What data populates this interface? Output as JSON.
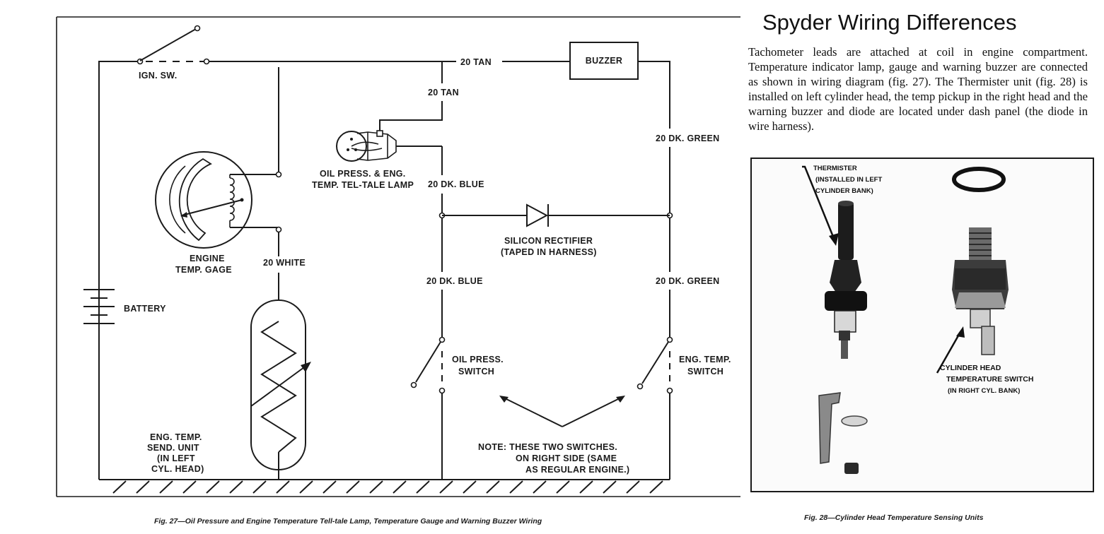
{
  "heading": "Spyder Wiring Differences",
  "description": "Tachometer leads are attached at coil in engine compartment. Temperature indicator lamp, gauge and warning buzzer are connected as shown in wiring diagram (fig. 27). The Thermister unit (fig. 28) is installed on left cylinder head, the temp pickup in the right head and the warning buzzer and diode are located under dash panel (the diode in wire harness).",
  "fig27": {
    "caption": "Fig. 27—Oil Pressure and Engine Temperature Tell-tale Lamp, Temperature Gauge and Warning Buzzer Wiring",
    "ign_sw": "IGN. SW.",
    "battery": "BATTERY",
    "buzzer": "BUZZER",
    "wire_20_tan": "20 TAN",
    "wire_20_tan_2": "20 TAN",
    "wire_dk_green_upper": "20 DK. GREEN",
    "wire_dk_green_lower": "20 DK. GREEN",
    "wire_dk_blue_upper": "20 DK. BLUE",
    "wire_dk_blue_lower": "20 DK. BLUE",
    "wire_20_white": "20 WHITE",
    "lamp_label": [
      "OIL PRESS. & ENG.",
      "TEMP. TEL-TALE LAMP"
    ],
    "gage_label": [
      "ENGINE",
      "TEMP. GAGE"
    ],
    "rectifier_label": [
      "SILICON RECTIFIER",
      "(TAPED IN HARNESS)"
    ],
    "oil_switch_label": [
      "OIL PRESS.",
      "SWITCH"
    ],
    "temp_switch_label": [
      "ENG. TEMP.",
      "SWITCH"
    ],
    "send_unit_label": [
      "ENG. TEMP.",
      "SEND. UNIT",
      "(IN LEFT",
      "CYL. HEAD)"
    ],
    "note_label": [
      "NOTE: THESE TWO SWITCHES.",
      "ON RIGHT SIDE (SAME",
      "AS REGULAR ENGINE.)"
    ]
  },
  "fig28": {
    "caption": "Fig. 28—Cylinder Head Temperature Sensing Units",
    "thermister_label": [
      "THERMISTER",
      "(INSTALLED IN LEFT",
      "CYLINDER BANK)"
    ],
    "switch_label": [
      "CYLINDER HEAD",
      "TEMPERATURE SWITCH",
      "(IN RIGHT CYL. BANK)"
    ]
  }
}
